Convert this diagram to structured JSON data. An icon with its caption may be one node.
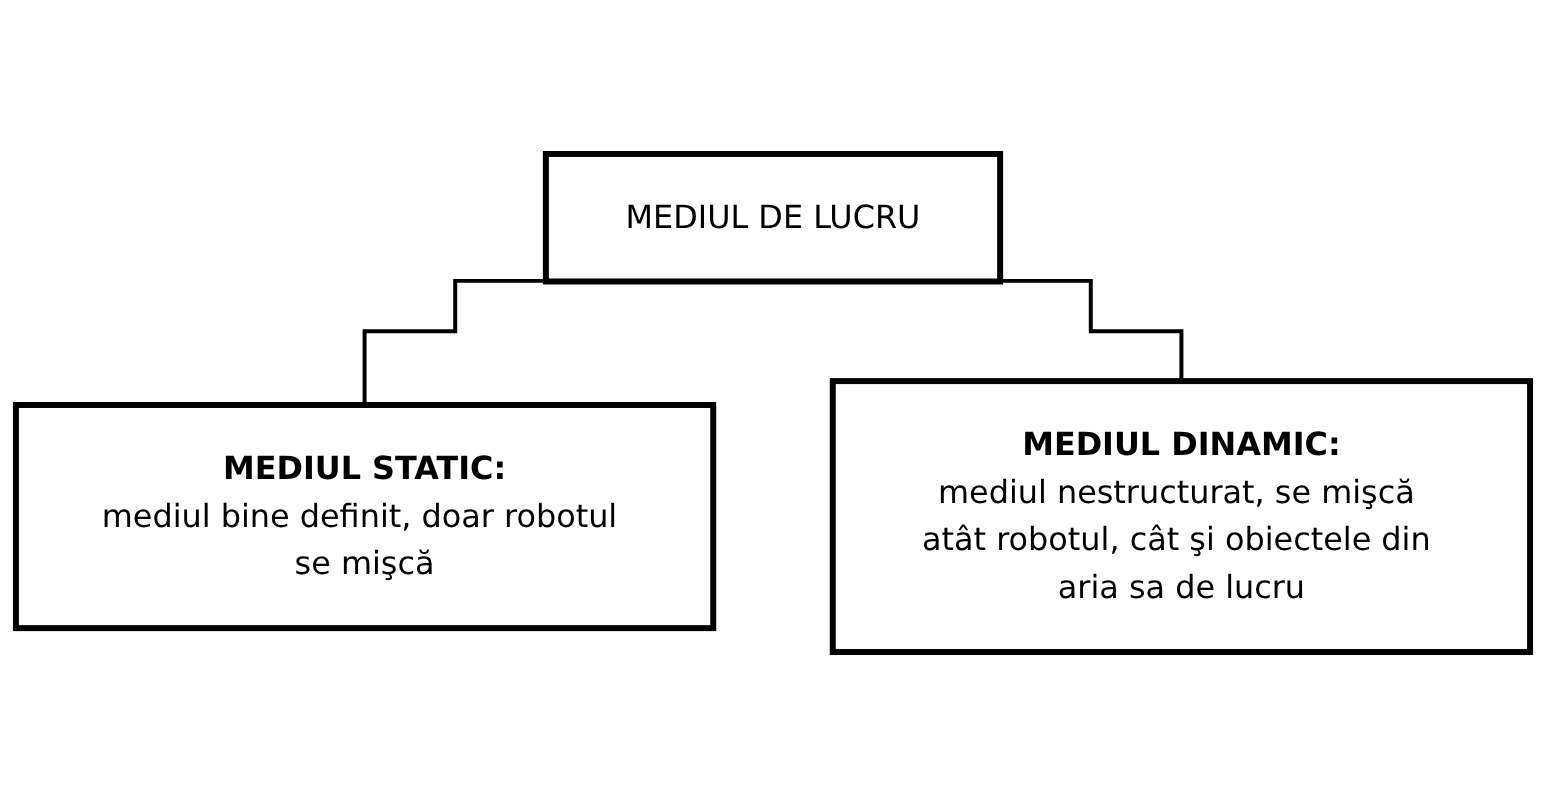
{
  "diagram": {
    "nodes": [
      {
        "text": [
          "MEDIUL DE LUCRU"
        ]
      },
      {
        "text": [
          "MEDIUL STATIC:",
          "mediul bine definit, doar robotul se mişcă"
        ]
      },
      {
        "text": [
          "MEDIUL DINAMIC:",
          "mediul nestructurat, se mişcă atât robotul, cât şi obiectele din aria sa de lucru"
        ]
      }
    ],
    "edges": [
      {
        "from": 0,
        "to": 1,
        "arrow": "none"
      },
      {
        "from": 0,
        "to": 2,
        "arrow": "none"
      }
    ]
  }
}
